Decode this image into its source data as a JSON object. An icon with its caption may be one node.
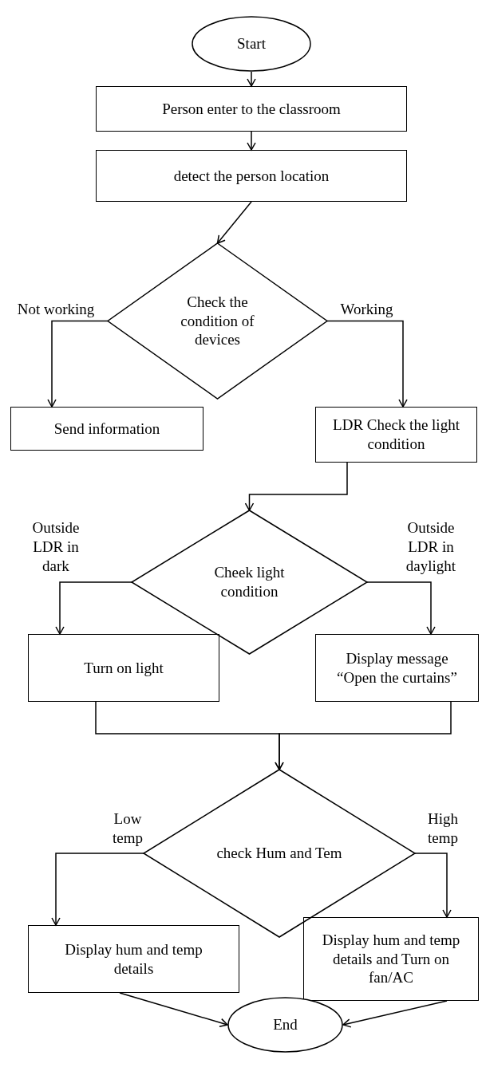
{
  "diagram": {
    "nodes": [
      {
        "text": [
          "Start"
        ]
      },
      {
        "text": [
          "Person enter to the classroom"
        ]
      },
      {
        "text": [
          "detect the person location"
        ]
      },
      {
        "text": [
          "Check the condition of devices"
        ]
      },
      {
        "text": [
          "Send information"
        ]
      },
      {
        "text": [
          "LDR Check the light condition"
        ]
      },
      {
        "text": [
          "Cheek light condition"
        ]
      },
      {
        "text": [
          "Turn on light"
        ]
      },
      {
        "text": [
          "Display message “Open the curtains”"
        ]
      },
      {
        "text": [
          "check Hum and Tem"
        ]
      },
      {
        "text": [
          "Display hum and temp details"
        ]
      },
      {
        "text": [
          "Display hum and temp details and Turn on fan/AC"
        ]
      },
      {
        "text": [
          "End"
        ]
      }
    ],
    "edges": [
      {
        "from": 0,
        "to": 1,
        "arrow": "to"
      },
      {
        "from": 1,
        "to": 2,
        "arrow": "to"
      },
      {
        "from": 2,
        "to": 3,
        "arrow": "to"
      },
      {
        "from": 3,
        "to": 4,
        "arrow": "to",
        "label": "Not working"
      },
      {
        "from": 3,
        "to": 5,
        "arrow": "to",
        "label": "Working"
      },
      {
        "from": 5,
        "to": 6,
        "arrow": "to"
      },
      {
        "from": 6,
        "to": 7,
        "arrow": "to",
        "label": "Outside LDR in dark"
      },
      {
        "from": 6,
        "to": 8,
        "arrow": "to",
        "label": "Outside LDR in daylight"
      },
      {
        "from": 7,
        "to": 9,
        "arrow": "to"
      },
      {
        "from": 8,
        "to": 9,
        "arrow": "to"
      },
      {
        "from": 9,
        "to": 10,
        "arrow": "to",
        "label": "Low temp"
      },
      {
        "from": 9,
        "to": 11,
        "arrow": "to",
        "label": "High temp"
      },
      {
        "from": 10,
        "to": 12,
        "arrow": "to"
      },
      {
        "from": 11,
        "to": 12,
        "arrow": "to"
      }
    ]
  }
}
